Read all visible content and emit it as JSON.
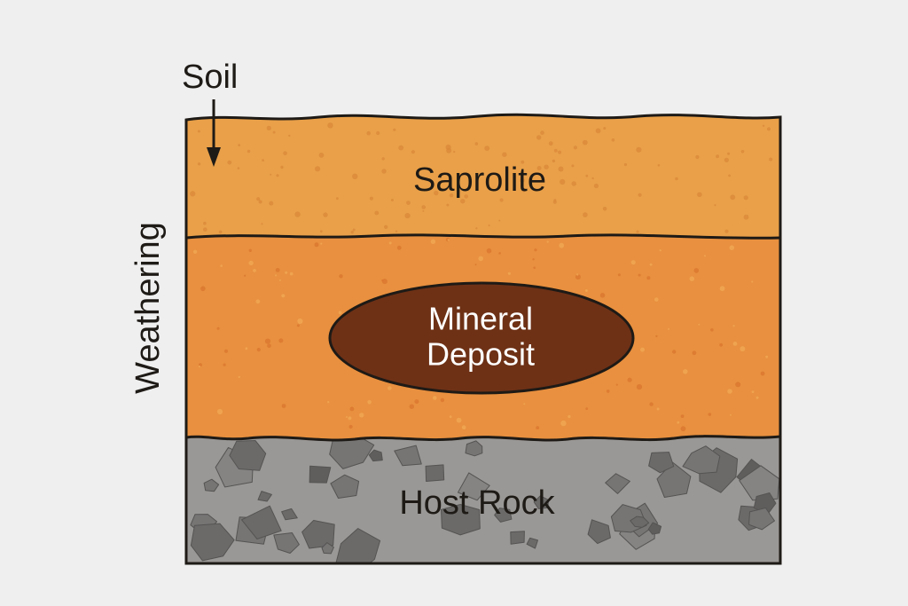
{
  "labels": {
    "soil": "Soil",
    "weathering": "Weathering",
    "saprolite": "Saprolite",
    "deposit_line1": "Mineral",
    "deposit_line2": "Deposit",
    "host_rock": "Host Rock"
  },
  "colors": {
    "background": "#efefef",
    "saprolite_top": "#e9a049",
    "saprolite_lower": "#e8903f",
    "mineral_deposit": "#6e3116",
    "host_rock": "#9a9896",
    "rock_fragment": "#6b6a69",
    "outline": "#1e1a16"
  }
}
